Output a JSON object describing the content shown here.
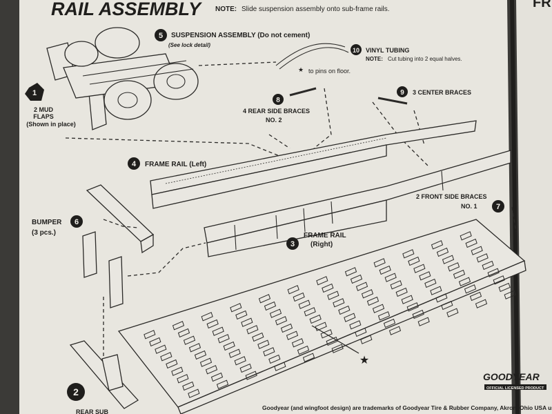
{
  "page": {
    "heading": "RAIL ASSEMBLY",
    "top_right_fragment": "FR",
    "note_label": "NOTE:",
    "note_text": "Slide suspension assembly onto sub-frame rails.",
    "trademark": "Goodyear (and wingfoot design) are trademarks of Goodyear Tire & Rubber Company, Akron, Ohio USA used und",
    "bottom_left_fragment": "REAR SUB"
  },
  "parts": [
    {
      "number": "1",
      "lines": [
        "2 MUD",
        "FLAPS",
        "(Shown in place)"
      ]
    },
    {
      "number": "2",
      "lines": []
    },
    {
      "number": "3",
      "lines": [
        "FRAME RAIL",
        "(Right)"
      ]
    },
    {
      "number": "4",
      "lines": [
        "FRAME RAIL (Left)"
      ]
    },
    {
      "number": "5",
      "lines": [
        "SUSPENSION ASSEMBLY (Do not cement)",
        "(See lock detail)"
      ]
    },
    {
      "number": "6",
      "lines": [
        "BUMPER",
        "(3 pcs.)"
      ]
    },
    {
      "number": "7",
      "lines": [
        "2 FRONT SIDE BRACES",
        "NO. 1"
      ]
    },
    {
      "number": "8",
      "lines": [
        "4 REAR SIDE BRACES",
        "NO. 2"
      ]
    },
    {
      "number": "9",
      "lines": [
        "3 CENTER BRACES"
      ]
    },
    {
      "number": "10",
      "lines": [
        "VINYL TUBING"
      ]
    }
  ],
  "tubing_note": {
    "label": "NOTE:",
    "text": "Cut tubing into 2 equal halves."
  },
  "star_note": "to pins on floor.",
  "logo": {
    "brand": "GOODYEAR",
    "subline": "OFFICIAL LICENSED PRODUCT"
  },
  "colors": {
    "paper": "#e9e7e1",
    "ink": "#1f1e1c",
    "background": "#3b3a37"
  }
}
